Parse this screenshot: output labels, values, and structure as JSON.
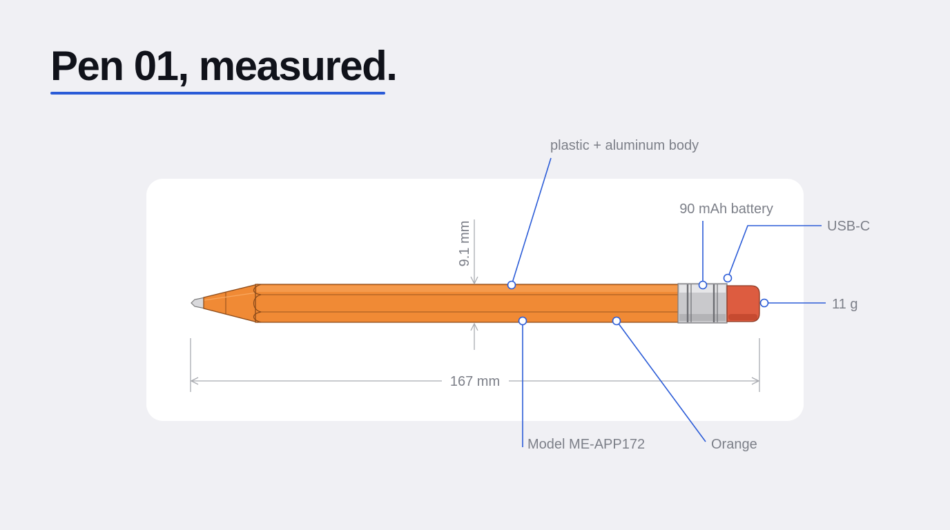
{
  "title": "Pen 01, measured.",
  "colors": {
    "accent": "#2a5bd7",
    "pen_body": "#f08a35",
    "pen_outline": "#8a4a1a",
    "ferrule": "#c9c9cc",
    "cap": "#dd5c40",
    "dimension_line": "#a8aab0",
    "label_text": "#7c7f88"
  },
  "dimensions": {
    "diameter": "9.1 mm",
    "length": "167 mm"
  },
  "callouts": {
    "body_material": "plastic + aluminum body",
    "battery": "90 mAh battery",
    "port": "USB-C",
    "weight": "11 g",
    "model": "Model ME-APP172",
    "color": "Orange"
  }
}
